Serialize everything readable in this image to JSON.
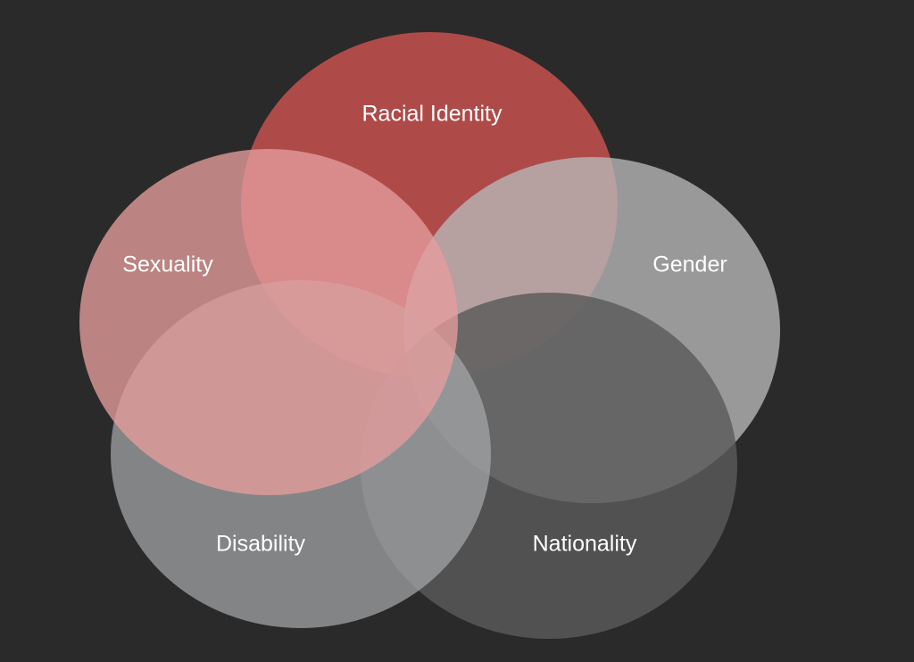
{
  "background_color": "#2a2a2a",
  "diagram": {
    "type": "venn",
    "sets": [
      {
        "id": "racial-identity",
        "label": "Racial Identity",
        "color": "#c0504d",
        "opacity": 0.88
      },
      {
        "id": "gender",
        "label": "Gender",
        "color": "#b8b8b8",
        "opacity": 0.78
      },
      {
        "id": "nationality",
        "label": "Nationality",
        "color": "#5a5a5a",
        "opacity": 0.82
      },
      {
        "id": "disability",
        "label": "Disability",
        "color": "#a6a8ab",
        "opacity": 0.72
      },
      {
        "id": "sexuality",
        "label": "Sexuality",
        "color": "#e69c9c",
        "opacity": 0.78
      }
    ]
  }
}
